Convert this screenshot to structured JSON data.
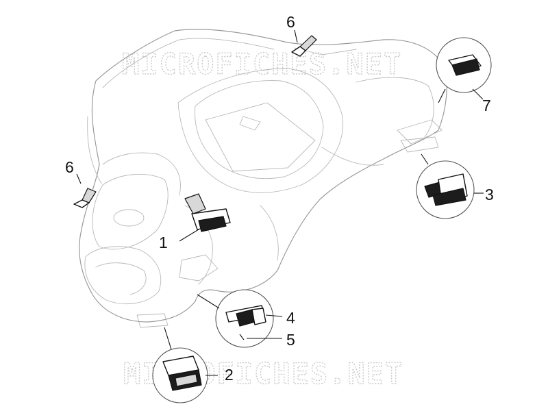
{
  "watermark": {
    "top": "MICROFICHES.NET",
    "bottom": "MICROFICHES.NET"
  },
  "callouts": [
    {
      "id": "c1",
      "label": "1"
    },
    {
      "id": "c2",
      "label": "2"
    },
    {
      "id": "c3",
      "label": "3"
    },
    {
      "id": "c4",
      "label": "4"
    },
    {
      "id": "c5",
      "label": "5"
    },
    {
      "id": "c6a",
      "label": "6"
    },
    {
      "id": "c6b",
      "label": "6"
    },
    {
      "id": "c7",
      "label": "7"
    }
  ],
  "colors": {
    "line": "#111111",
    "housing": "#9a9a9a",
    "watermark": "#c9c9c9"
  }
}
